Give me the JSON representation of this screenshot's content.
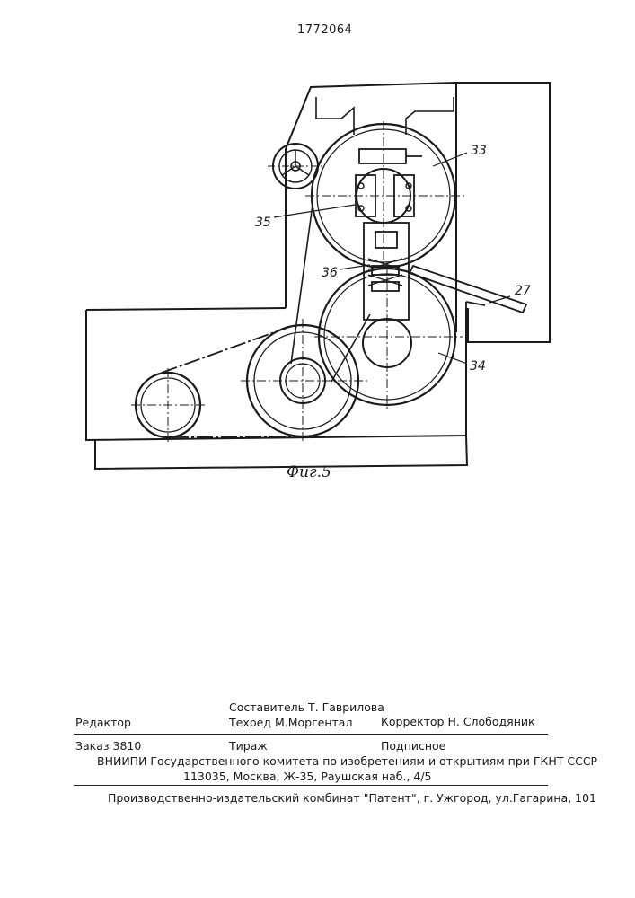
{
  "header": {
    "patent_number": "1772064"
  },
  "figure": {
    "caption": "Фиг.5",
    "labels": {
      "l33": "33",
      "l34": "34",
      "l35": "35",
      "l36": "36",
      "l27": "27"
    }
  },
  "imprint": {
    "compiler": "Составитель  Т. Гаврилова",
    "editor": "Редактор",
    "techred": "Техред М.Моргентал",
    "corrector": "Корректор  Н. Слободяник",
    "order": "Заказ 3810",
    "circulation": "Тираж",
    "subscription": "Подписное",
    "institute": "ВНИИПИ Государственного комитета по изобретениям и открытиям при ГКНТ СССР",
    "address": "113035, Москва, Ж-35, Раушская наб., 4/5",
    "publisher": "Производственно-издательский комбинат \"Патент\", г. Ужгород, ул.Гагарина, 101"
  }
}
